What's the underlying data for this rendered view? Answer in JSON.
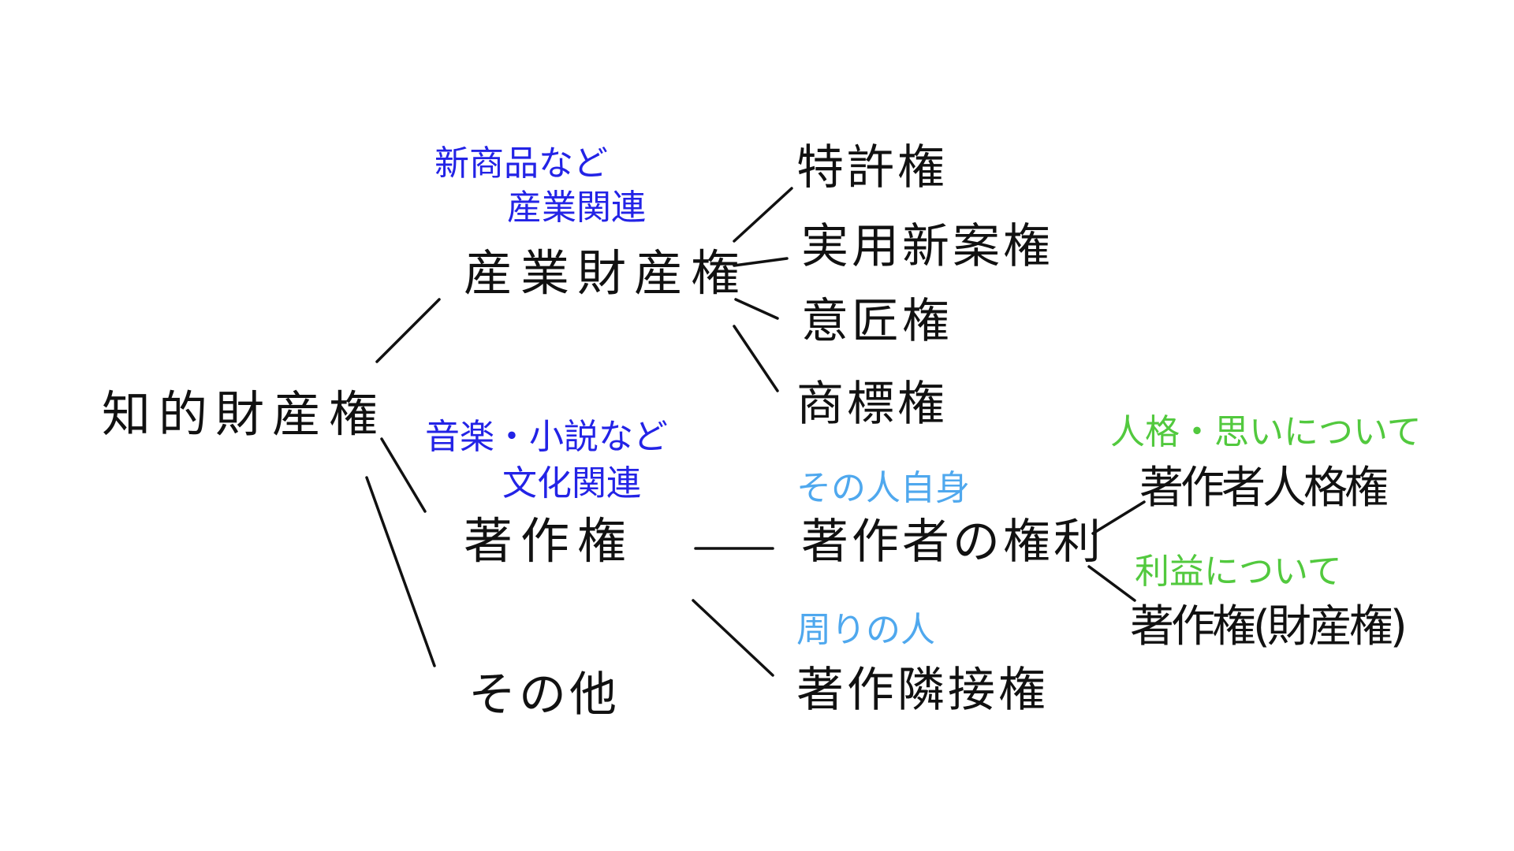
{
  "root": {
    "label": "知的財産権"
  },
  "branches": {
    "industrial": {
      "label": "産業財産権",
      "note1": "新商品など",
      "note2": "産業関連",
      "children": [
        "特許権",
        "実用新案権",
        "意匠権",
        "商標権"
      ]
    },
    "copyright": {
      "label": "著作権",
      "note1": "音楽・小説など",
      "note2": "文化関連"
    },
    "other": {
      "label": "その他"
    }
  },
  "copyright_children": {
    "author_rights": {
      "label": "著作者の権利",
      "note": "その人自身"
    },
    "neighboring": {
      "label": "著作隣接権",
      "note": "周りの人"
    }
  },
  "author_rights_children": {
    "moral": {
      "label": "著作者人格権",
      "note": "人格・思いについて"
    },
    "economic": {
      "label": "著作権(財産権)",
      "note": "利益について"
    }
  },
  "colors": {
    "ink": "#111111",
    "blue_note": "#2323e6",
    "light_blue_note": "#4fa8ee",
    "green_note": "#52c93e"
  }
}
